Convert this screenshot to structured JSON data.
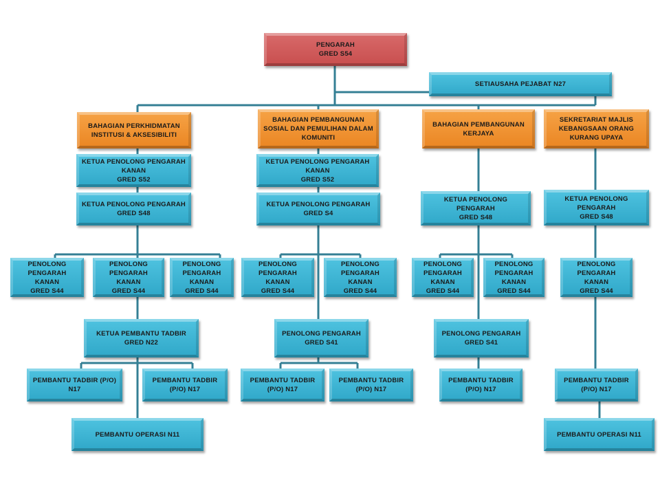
{
  "colors": {
    "director": "#cf5a5a",
    "division": "#f09432",
    "position": "#3bb2d3",
    "connector": "#347f94"
  },
  "director": {
    "title": "PENGARAH\nGRED S54"
  },
  "secretary": {
    "title": "SETIAUSAHA  PEJABAT N27"
  },
  "divisions": [
    {
      "title": "BAHAGIAN PERKHIDMATAN\nINSTITUSI  & AKSESIBILITI",
      "head_1": "KETUA  PENOLONG  PENGARAH\nKANAN\nGRED  S52",
      "head_2": "KETUA  PENOLONG  PENGARAH\nGRED  S48",
      "officers": [
        "PENOLONG\nPENGARAH\nKANAN\nGRED  S44",
        "PENOLONG\nPENGARAH\nKANAN\nGRED  S44",
        "PENOLONG\nPENGARAH\nKANAN\nGRED  S44"
      ],
      "admin_head": "KETUA  PEMBANTU TADBIR\nGRED  N22",
      "clerks": [
        "PEMBANTU TADBIR (P/O)\nN17",
        "PEMBANTU TADBIR\n(P/O) N17"
      ],
      "operations": "PEMBANTU OPERASI N11"
    },
    {
      "title": "BAHAGIAN PEMBANGUNAN\nSOSIAL DAN PEMULIHAN DALAM\nKOMUNITI",
      "head_1": "KETUA  PENOLONG  PENGARAH\nKANAN\nGRED  S52",
      "head_2": "KETUA  PENOLONG  PENGARAH\nGRED  S4",
      "officers": [
        "PENOLONG\nPENGARAH\nKANAN\nGRED  S44",
        "PENOLONG\nPENGARAH\nKANAN\nGRED  S44"
      ],
      "admin_head": "PENOLONG  PENGARAH\nGRED  S41",
      "clerks": [
        "PEMBANTU TADBIR\n(P/O) N17",
        "PEMBANTU TADBIR\n(P/O) N17"
      ]
    },
    {
      "title": "BAHAGIAN PEMBANGUNAN\nKERJAYA",
      "head_2": "KETUA  PENOLONG\nPENGARAH\nGRED  S48",
      "officers": [
        "PENOLONG\nPENGARAH\nKANAN\nGRED  S44",
        "PENOLONG\nPENGARAH\nKANAN\nGRED  S44"
      ],
      "admin_head": "PENOLONG  PENGARAH\nGRED  S41",
      "clerks": [
        "PEMBANTU TADBIR\n(P/O) N17"
      ]
    },
    {
      "title": "SEKRETARIAT  MAJLIS\nKEBANGSAAN ORANG\nKURANG UPAYA",
      "head_2": "KETUA  PENOLONG\nPENGARAH\nGRED  S48",
      "officers": [
        "PENOLONG\nPENGARAH\nKANAN\nGRED  S44"
      ],
      "clerks": [
        "PEMBANTU TADBIR\n(P/O) N17"
      ],
      "operations": "PEMBANTU  OPERASI  N11"
    }
  ]
}
